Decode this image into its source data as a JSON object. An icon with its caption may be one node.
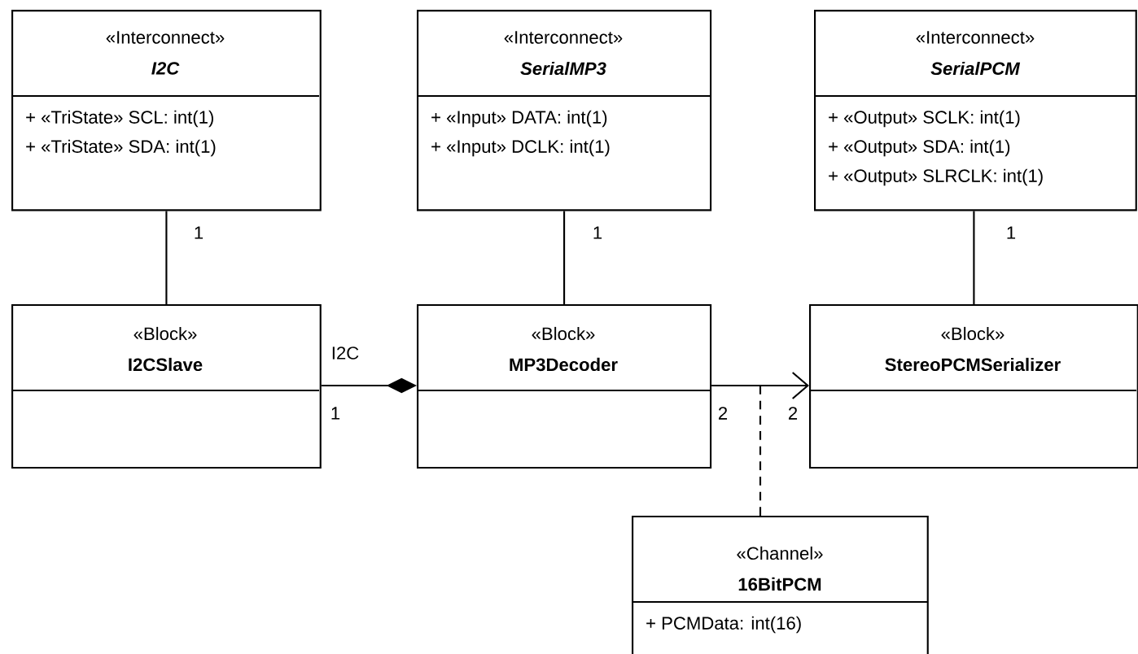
{
  "diagram": {
    "nodes": [
      {
        "text": [
          "«Interconnect»",
          "I2C",
          "+ «TriState» SCL: int(1)",
          "+ «TriState» SDA: int(1)"
        ]
      },
      {
        "text": [
          "«Interconnect»",
          "SerialMP3",
          "+ «Input» DATA: int(1)",
          "+ «Input» DCLK: int(1)"
        ]
      },
      {
        "text": [
          "«Interconnect»",
          "SerialPCM",
          "+ «Output» SCLK: int(1)",
          "+ «Output» SDA: int(1)",
          "+ «Output» SLRCLK: int(1)"
        ]
      },
      {
        "text": [
          "«Block»",
          "I2CSlave"
        ]
      },
      {
        "text": [
          "«Block»",
          "MP3Decoder"
        ]
      },
      {
        "text": [
          "«Block»",
          "StereoPCMSerializer"
        ]
      },
      {
        "text": [
          "«Channel»",
          "16BitPCM",
          "+ PCMData: int(16)"
        ]
      }
    ],
    "edges": [
      {
        "from": 0,
        "to": 3,
        "arrow": "none",
        "label": "1"
      },
      {
        "from": 1,
        "to": 4,
        "arrow": "none",
        "label": "1"
      },
      {
        "from": 2,
        "to": 5,
        "arrow": "none",
        "label": "1"
      },
      {
        "from": 3,
        "to": 4,
        "arrow": "other",
        "label": "I2C"
      },
      {
        "from": 4,
        "to": 5,
        "arrow": "to"
      },
      {
        "from": 6,
        "to": null,
        "arrow": "none",
        "style": "dashed"
      }
    ],
    "labels": [
      "1",
      "2",
      "2"
    ]
  }
}
